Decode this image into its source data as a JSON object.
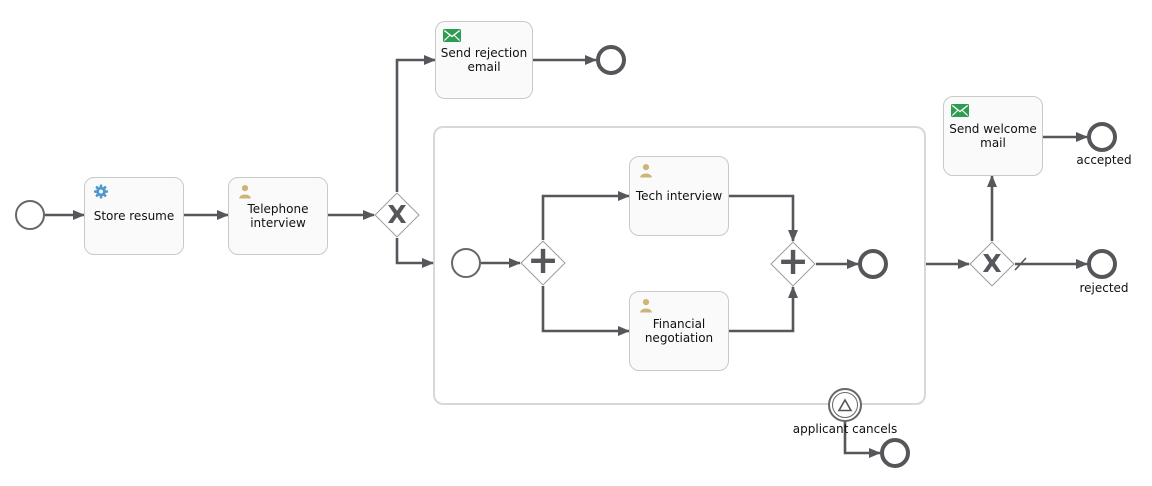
{
  "tasks": {
    "store_resume": {
      "label": "Store resume",
      "icon": "gear-icon",
      "type": "service-task"
    },
    "telephone_interview": {
      "label": "Telephone interview",
      "icon": "user-icon",
      "type": "user-task"
    },
    "send_rejection_email": {
      "label": "Send rejection email",
      "icon": "mail-icon",
      "type": "send-task"
    },
    "tech_interview": {
      "label": "Tech interview",
      "icon": "user-icon",
      "type": "user-task"
    },
    "financial_negotiation": {
      "label": "Financial negotiation",
      "icon": "user-icon",
      "type": "user-task"
    },
    "send_welcome_mail": {
      "label": "Send welcome mail",
      "icon": "mail-icon",
      "type": "send-task"
    }
  },
  "gateways": {
    "xor_after_telephone": {
      "symbol": "X",
      "type": "exclusive"
    },
    "parallel_split": {
      "symbol": "+",
      "type": "parallel"
    },
    "parallel_join": {
      "symbol": "+",
      "type": "parallel"
    },
    "xor_outcome": {
      "symbol": "X",
      "type": "exclusive"
    }
  },
  "events": {
    "boundary_type": "signal"
  },
  "labels": {
    "accepted": "accepted",
    "rejected": "rejected",
    "applicant_cancels": "applicant cancels"
  },
  "colors": {
    "flow": "#56575b",
    "task_fill": "#fafafa",
    "task_border": "#c9c9c9",
    "subprocess_border": "#d8d8d8",
    "gateway_border": "#9b9b9d",
    "gear_icon": "#4e97d1",
    "user_icon": "#cdb478",
    "mail_icon": "#2e9c52"
  }
}
